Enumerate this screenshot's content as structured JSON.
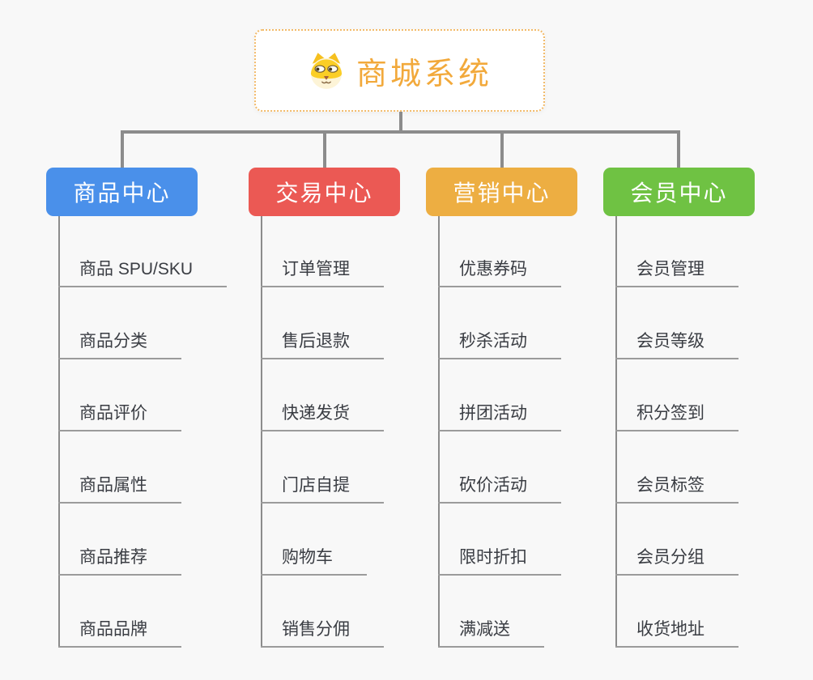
{
  "root": {
    "title": "商城系统",
    "icon": "dog-icon",
    "accent_color": "#F2A93B",
    "border_color": "#F2BA69"
  },
  "theme": {
    "background": "#F8F8F8",
    "connector_color": "#8C8C8C",
    "leaf_underline_color": "#9B9B9B",
    "leaf_text_color": "#3A3D43",
    "branch_colors": [
      "#4A90EA",
      "#EB5954",
      "#EDAE42",
      "#6FC243"
    ]
  },
  "columns": [
    {
      "id": "product-center",
      "header": {
        "label": "商品中心",
        "color": "#4A90EA"
      },
      "items": [
        "商品 SPU/SKU",
        "商品分类",
        "商品评价",
        "商品属性",
        "商品推荐",
        "商品品牌"
      ]
    },
    {
      "id": "trade-center",
      "header": {
        "label": "交易中心",
        "color": "#EB5954"
      },
      "items": [
        "订单管理",
        "售后退款",
        "快递发货",
        "门店自提",
        "购物车",
        "销售分佣"
      ]
    },
    {
      "id": "marketing-center",
      "header": {
        "label": "营销中心",
        "color": "#EDAE42"
      },
      "items": [
        "优惠券码",
        "秒杀活动",
        "拼团活动",
        "砍价活动",
        "限时折扣",
        "满减送"
      ]
    },
    {
      "id": "member-center",
      "header": {
        "label": "会员中心",
        "color": "#6FC243"
      },
      "items": [
        "会员管理",
        "会员等级",
        "积分签到",
        "会员标签",
        "会员分组",
        "收货地址"
      ]
    }
  ]
}
